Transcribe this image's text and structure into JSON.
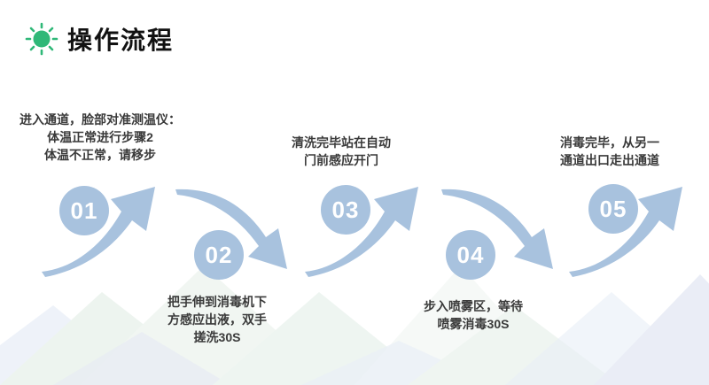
{
  "slide": {
    "title": "操作流程"
  },
  "colors": {
    "accent_green": "#2fb878",
    "flow_blue": "#a8c2de",
    "text_dark": "#3a3a3a"
  },
  "steps": [
    {
      "number": "01",
      "text_position": "above",
      "lines": [
        "进入通道，脸部对准测温仪：",
        "体温正常进行步骤2",
        "体温不正常，请移步"
      ]
    },
    {
      "number": "02",
      "text_position": "below",
      "lines": [
        "把手伸到消毒机下",
        "方感应出液，双手",
        "搓洗30S"
      ]
    },
    {
      "number": "03",
      "text_position": "above",
      "lines": [
        "清洗完毕站在自动",
        "门前感应开门"
      ]
    },
    {
      "number": "04",
      "text_position": "below",
      "lines": [
        "步入喷雾区，等待",
        "喷雾消毒30S"
      ]
    },
    {
      "number": "05",
      "text_position": "above",
      "lines": [
        "消毒完毕，从另一",
        "通道出口走出通道"
      ]
    }
  ]
}
